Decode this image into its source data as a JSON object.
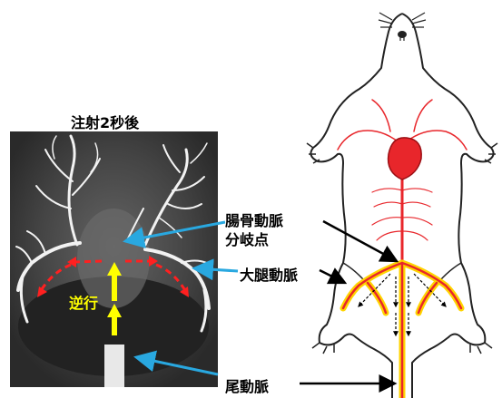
{
  "photo_title": "注射2秒後",
  "photo_label_retrograde": "逆行",
  "labels": {
    "iliac_bifurcation_line1": "腸骨動脈",
    "iliac_bifurcation_line2": "分岐点",
    "femoral_artery": "大腿動脈",
    "tail_artery": "尾動脈"
  },
  "colors": {
    "artery": "#e8262b",
    "heart": "#e8262b",
    "highlight": "#ffd400",
    "flow_arrow_red": "#ff2020",
    "flow_arrow_yellow": "#ffff00",
    "pointer_blue": "#29a8e0",
    "pointer_black": "#000000"
  }
}
